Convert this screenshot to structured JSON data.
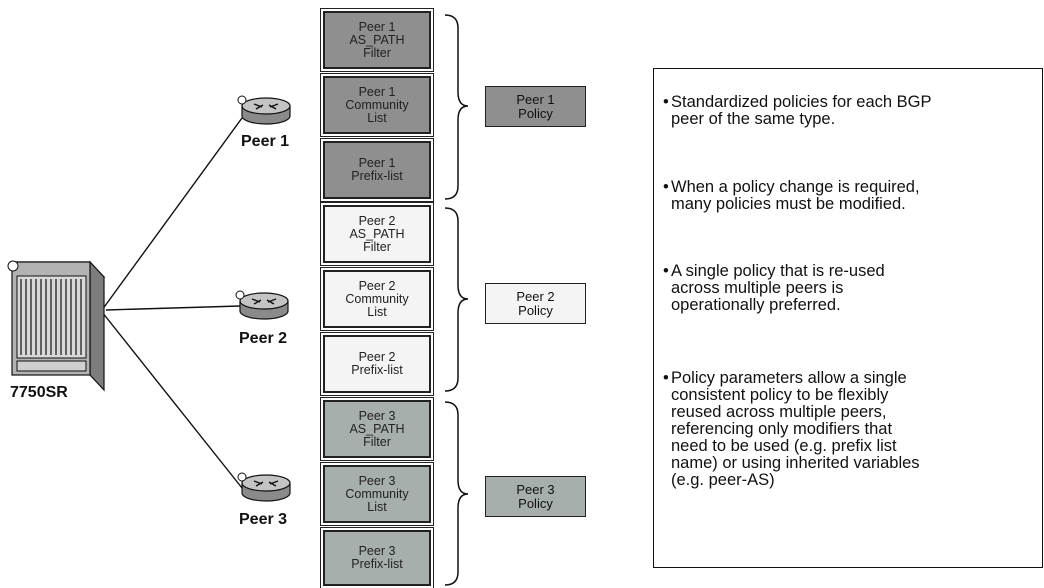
{
  "device": {
    "label": "7750SR"
  },
  "peers": [
    {
      "label": "Peer 1",
      "filters": [
        "Peer 1\nAS_PATH\nFilter",
        "Peer 1\nCommunity\nList",
        "Peer 1\nPrefix-list"
      ],
      "policy": "Peer 1\nPolicy",
      "fill": "#8f8f8f"
    },
    {
      "label": "Peer 2",
      "filters": [
        "Peer 2\nAS_PATH\nFilter",
        "Peer 2\nCommunity\nList",
        "Peer 2\nPrefix-list"
      ],
      "policy": "Peer 2\nPolicy",
      "fill": "#f4f4f4"
    },
    {
      "label": "Peer 3",
      "filters": [
        "Peer 3\nAS_PATH\nFilter",
        "Peer 3\nCommunity\nList",
        "Peer 3\nPrefix-list"
      ],
      "policy": "Peer 3\nPolicy",
      "fill": "#a6afab"
    }
  ],
  "notes": [
    {
      "bullet": "•",
      "text": "Standardized policies for each BGP\npeer of the same type."
    },
    {
      "bullet": "•",
      "text": "When a policy change is required,\nmany policies must be modified."
    },
    {
      "bullet": "•",
      "text": "A single policy that is re-used\nacross multiple peers is\noperationally preferred."
    },
    {
      "bullet": "•",
      "text": "Policy parameters allow a single\nconsistent policy to be flexibly\nreused across multiple peers,\nreferencing only modifiers that\nneed to be used (e.g. prefix list\nname) or using inherited variables\n(e.g. peer-AS)"
    }
  ]
}
